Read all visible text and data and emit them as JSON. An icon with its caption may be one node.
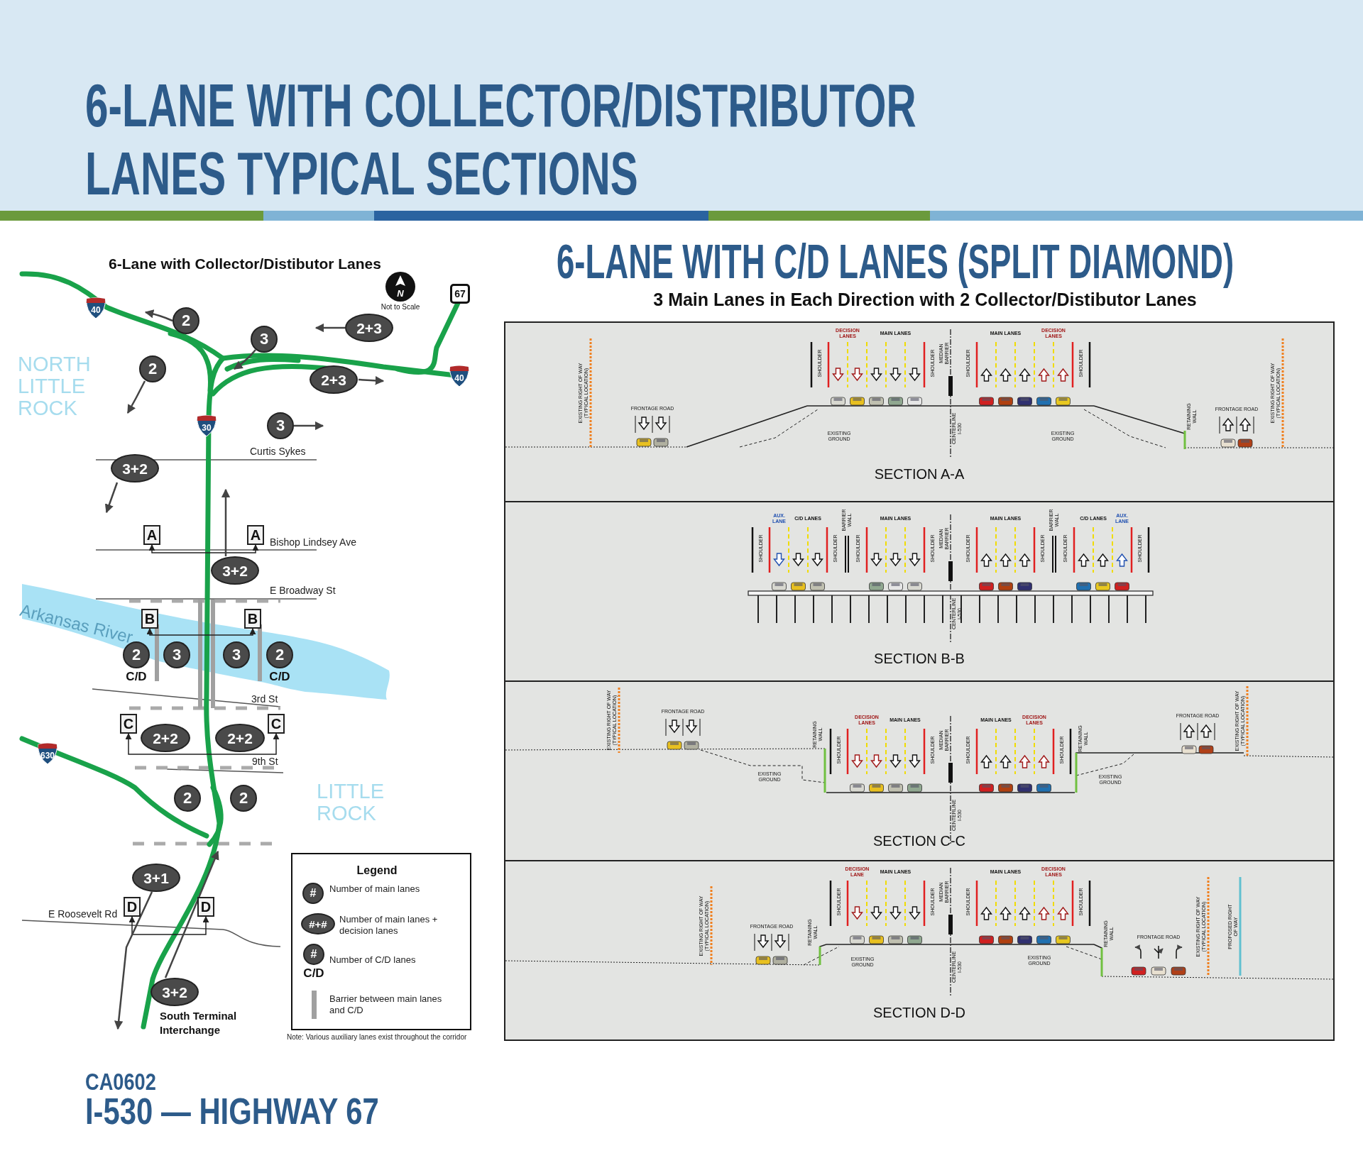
{
  "diagram": {
    "title": "6-LANE WITH COLLECTOR/DISTRIBUTOR LANES TYPICAL SECTIONS",
    "nodes": [
      {
        "text": [
          "40"
        ]
      },
      {
        "text": [
          "N"
        ],
        "beside": [
          "Not to Scale"
        ]
      },
      {
        "text": [
          "67"
        ]
      },
      {
        "text": [
          "2"
        ]
      },
      {
        "text": [
          "3"
        ]
      },
      {
        "text": [
          "2+3"
        ]
      },
      {
        "text": [
          "2"
        ]
      },
      {
        "text": [
          "2+3"
        ]
      },
      {
        "text": [
          "40"
        ]
      },
      {
        "text": [
          "3"
        ]
      },
      {
        "text": [
          "3+2"
        ]
      },
      {
        "text": [
          "30"
        ]
      },
      {
        "text": [
          "A"
        ]
      },
      {
        "text": [
          "A"
        ]
      },
      {
        "text": [
          "3+2"
        ]
      },
      {
        "text": [
          "B"
        ]
      },
      {
        "text": [
          "B"
        ]
      },
      {
        "text": [
          "2"
        ],
        "beside": [
          "C/D"
        ]
      },
      {
        "text": [
          "3"
        ]
      },
      {
        "text": [
          "3"
        ]
      },
      {
        "text": [
          "2"
        ],
        "beside": [
          "C/D"
        ]
      },
      {
        "text": [
          "C"
        ]
      },
      {
        "text": [
          "2+2"
        ]
      },
      {
        "text": [
          "2+2"
        ]
      },
      {
        "text": [
          "C"
        ]
      },
      {
        "text": [
          "630"
        ]
      },
      {
        "text": [
          "2"
        ]
      },
      {
        "text": [
          "2"
        ]
      },
      {
        "text": [
          "3+1"
        ]
      },
      {
        "text": [
          "D"
        ]
      },
      {
        "text": [
          "D"
        ]
      },
      {
        "text": [
          "3+2"
        ]
      },
      {
        "text": [
          "#"
        ]
      },
      {
        "text": [
          "#+#"
        ]
      },
      {
        "text": [
          "#"
        ],
        "beside": [
          "C/D"
        ]
      },
      {
        "text": [
          "EXISTING RIGHT OF WAY (TYPICAL LOCATION)",
          "FRONTAGE ROAD",
          "EXISTING GROUND",
          "SHOULDER",
          "DECISION LANES",
          "MAIN LANES",
          "SHOULDER",
          "MEDIAN BARRIER",
          "CENTERLINE I-530",
          "SHOULDER",
          "MAIN LANES",
          "DECISION LANES",
          "SHOULDER",
          "EXISTING GROUND",
          "RETAINING WALL",
          "FRONTAGE ROAD",
          "EXISTING RIGHT OF WAY (TYPICAL LOCATION)",
          "SECTION A-A"
        ]
      },
      {
        "text": [
          "SHOULDER",
          "AUX. LANE",
          "C/D LANES",
          "SHOULDER",
          "BARRIER WALL",
          "SHOULDER",
          "MAIN LANES",
          "SHOULDER",
          "MEDIAN BARRIER",
          "CENTERLINE I-530",
          "SHOULDER",
          "MAIN LANES",
          "SHOULDER",
          "BARRIER WALL",
          "SHOULDER",
          "C/D LANES",
          "AUX. LANE",
          "SHOULDER",
          "SECTION B-B"
        ]
      },
      {
        "text": [
          "EXISTING RIGHT OF WAY (TYPICAL LOCATION)",
          "FRONTAGE ROAD",
          "EXISTING GROUND",
          "RETAINING WALL",
          "SHOULDER",
          "DECISION LANES",
          "MAIN LANES",
          "SHOULDER",
          "MEDIAN BARRIER",
          "CENTERLINE I-530",
          "SHOULDER",
          "MAIN LANES",
          "DECISION LANES",
          "SHOULDER",
          "RETAINING WALL",
          "EXISTING GROUND",
          "FRONTAGE ROAD",
          "EXISTING RIGHT OF WAY (TYPICAL LOCATION)",
          "SECTION C-C"
        ]
      },
      {
        "text": [
          "EXISTING RIGHT OF WAY (TYPICAL LOCATION)",
          "FRONTAGE ROAD",
          "RETAINING WALL",
          "EXISTING GROUND",
          "SHOULDER",
          "DECISION LANE",
          "MAIN LANES",
          "SHOULDER",
          "MEDIAN BARRIER",
          "CENTERLINE I-530",
          "SHOULDER",
          "MAIN LANES",
          "DECISION LANES",
          "SHOULDER",
          "EXISTING GROUND",
          "RETAINING WALL",
          "FRONTAGE ROAD",
          "EXISTING RIGHT OF WAY (TYPICAL LOCATION)",
          "PROPOSED RIGHT OF WAY",
          "SECTION D-D"
        ]
      }
    ],
    "edges": [
      {
        "from": 12,
        "to": 13,
        "arrow": "both"
      },
      {
        "from": 15,
        "to": 16,
        "arrow": "both"
      },
      {
        "from": 21,
        "to": 24,
        "arrow": "both"
      },
      {
        "from": 29,
        "to": 30,
        "arrow": "both"
      },
      {
        "from": 3,
        "to": null,
        "arrow": "to"
      },
      {
        "from": 5,
        "to": null,
        "arrow": "to"
      },
      {
        "from": 6,
        "to": null,
        "arrow": "to"
      },
      {
        "from": 4,
        "to": null,
        "arrow": "to"
      },
      {
        "from": 7,
        "to": null,
        "arrow": "to"
      },
      {
        "from": 9,
        "to": null,
        "arrow": "to"
      },
      {
        "from": 10,
        "to": null,
        "arrow": "to"
      },
      {
        "from": 14,
        "to": null,
        "arrow": "to"
      },
      {
        "from": 28,
        "to": null,
        "arrow": "to"
      },
      {
        "from": 31,
        "to": null,
        "arrow": "to"
      }
    ],
    "labels": [
      "6-Lane with Collector/Distibutor Lanes",
      "NORTH LITTLE ROCK",
      "Curtis Sykes",
      "Bishop Lindsey Ave",
      "E Broadway St",
      "Arkansas River",
      "3rd St",
      "9th St",
      "LITTLE ROCK",
      "E Roosevelt Rd",
      "South Terminal Interchange",
      "Legend",
      "Note: Various auxiliary lanes exist throughout the corridor",
      "6-LANE WITH C/D LANES (SPLIT DIAMOND)",
      "3 Main Lanes in Each Direction with 2 Collector/Distibutor Lanes",
      "CA0602",
      "I-530 — HIGHWAY 67"
    ],
    "legend": [
      {
        "text": "Number of main lanes"
      },
      {
        "text": "Number of main lanes + decision lanes"
      },
      {
        "text": "Number of C/D lanes"
      },
      {
        "text": "Barrier between main lanes and C/D"
      }
    ]
  }
}
